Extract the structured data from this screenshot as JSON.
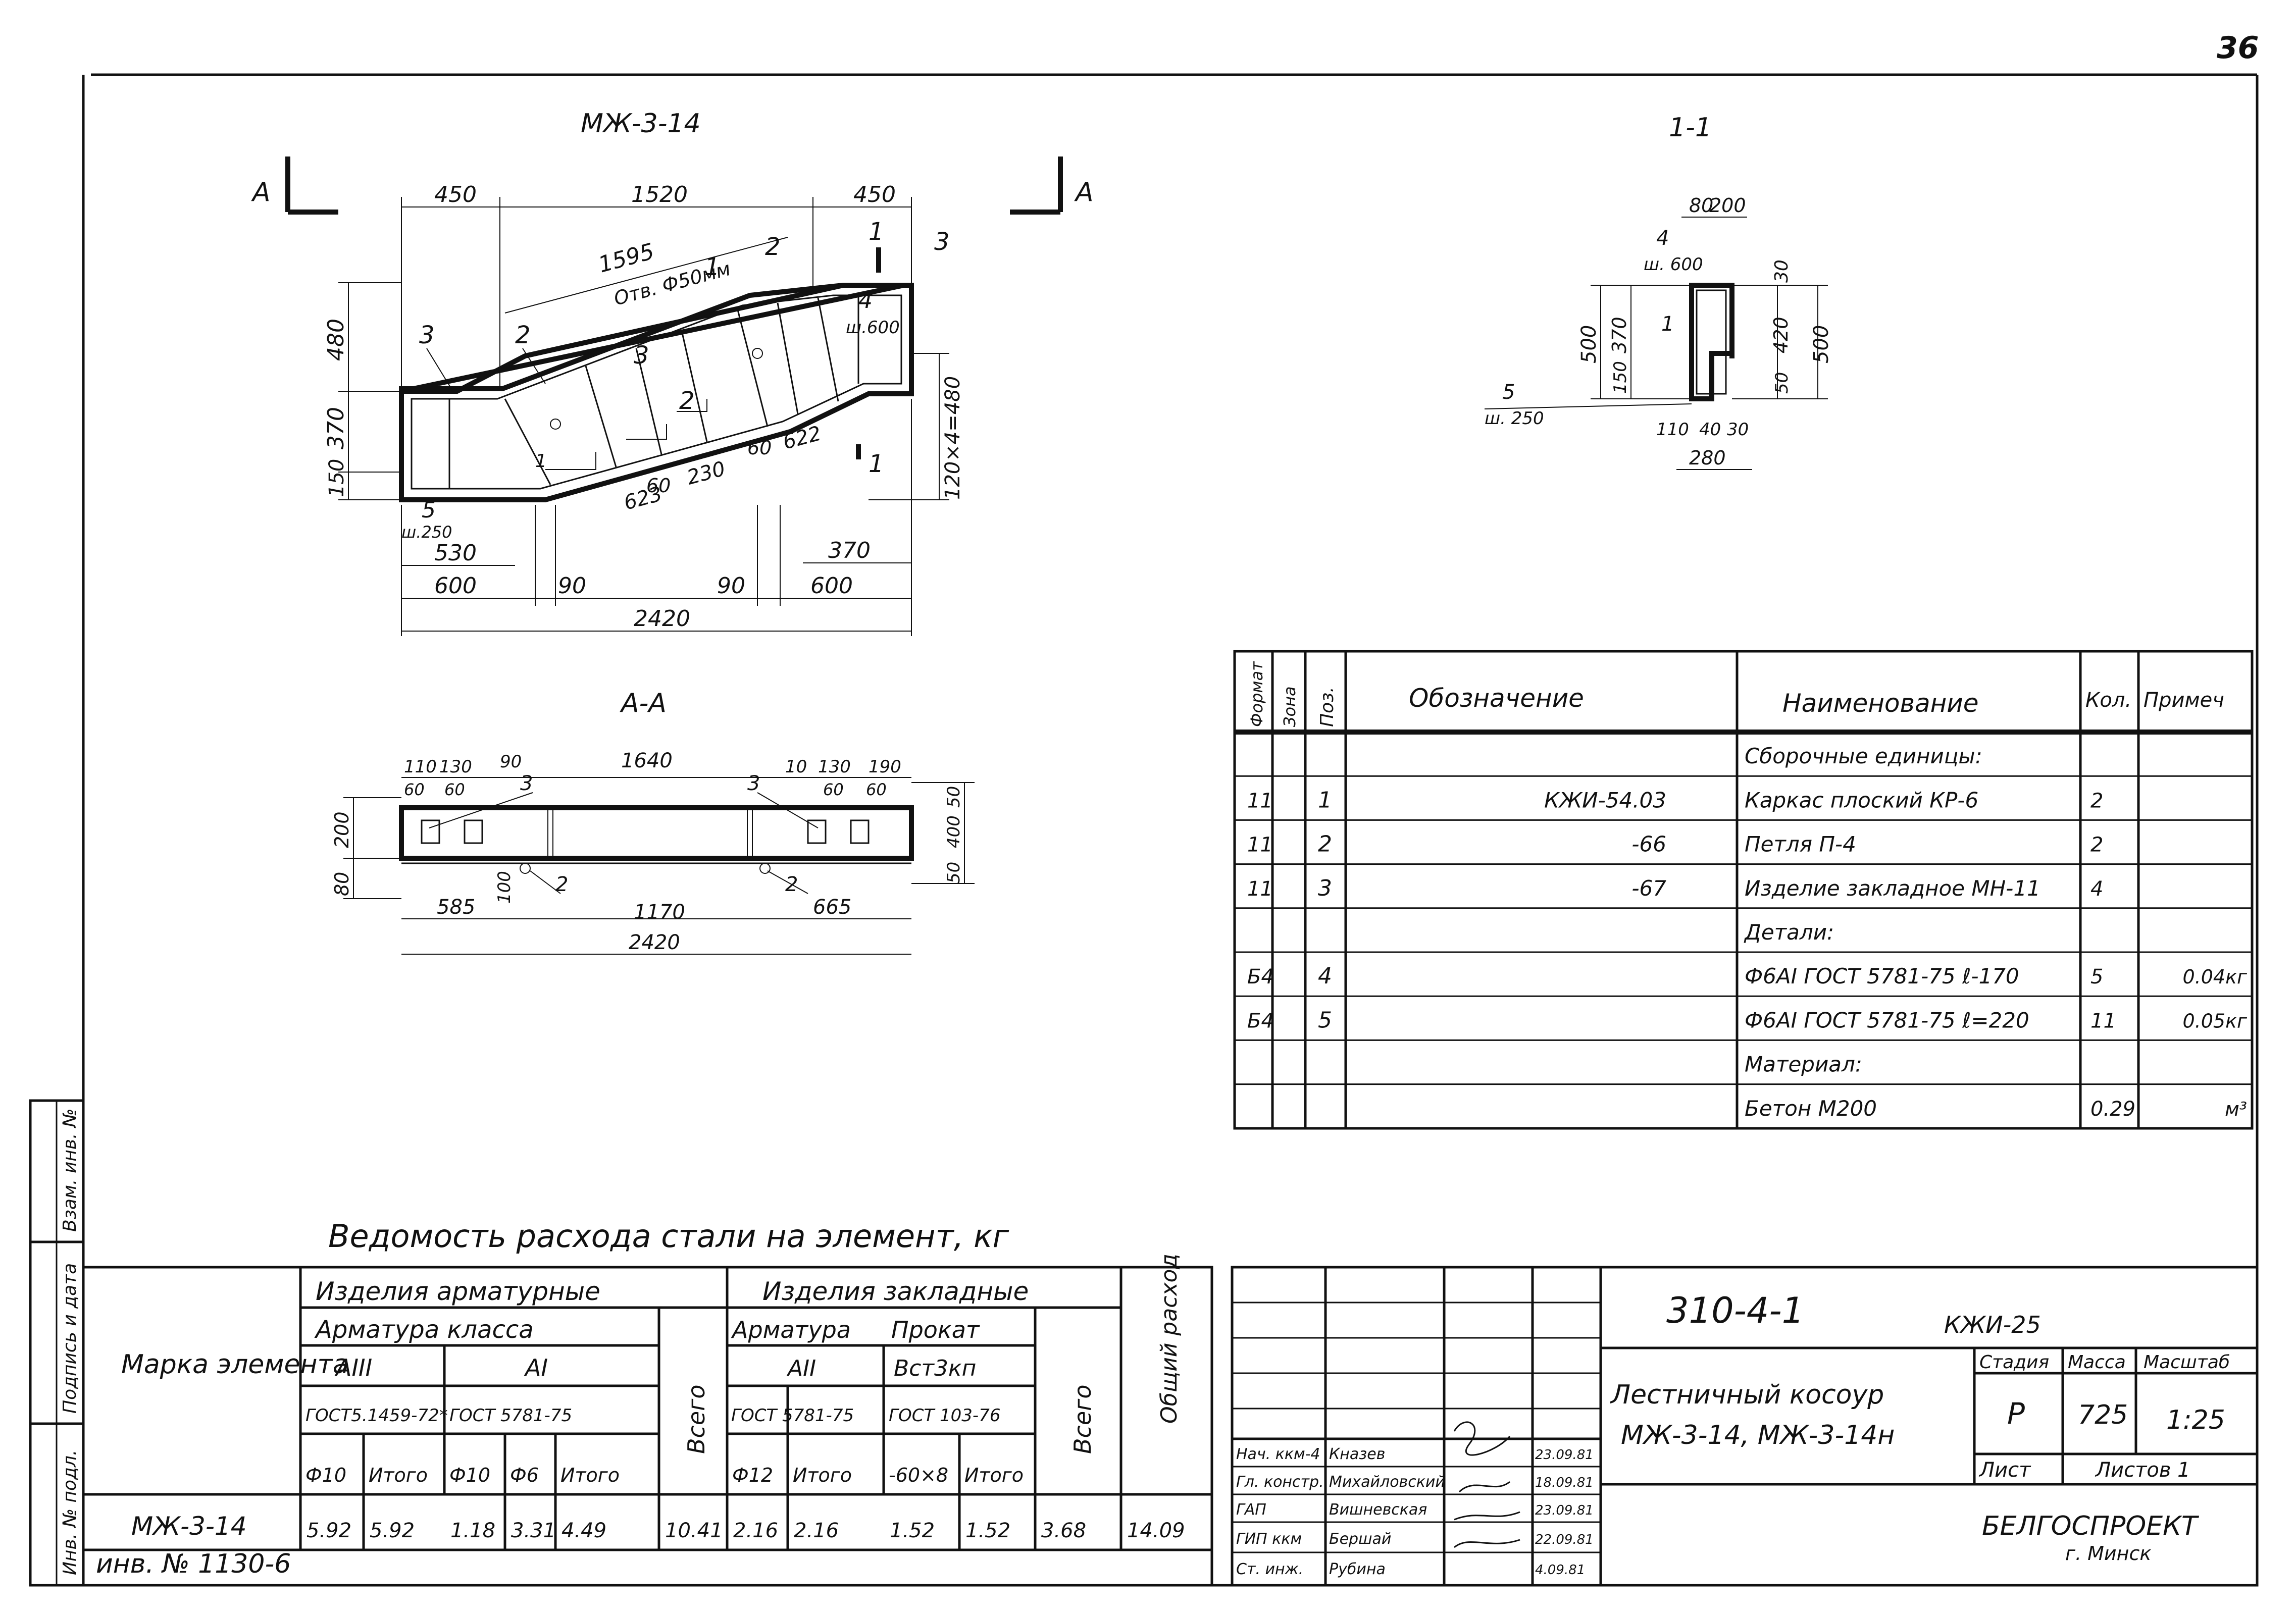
{
  "sheet_number": "36",
  "views": {
    "elevation": {
      "title": "МЖ-3-14",
      "section_marks": [
        "А",
        "А"
      ],
      "dims": [
        "450",
        "1520",
        "450",
        "1595",
        "480",
        "370",
        "150",
        "530",
        "600",
        "90",
        "90",
        "600",
        "370",
        "2420",
        "623",
        "60",
        "230",
        "60",
        "622",
        "120×4=480"
      ],
      "callouts": [
        "3",
        "2",
        "1",
        "2",
        "1",
        "3",
        "2",
        "3",
        "4",
        "1",
        "5",
        "1"
      ],
      "notes": [
        "Отв. Ф50мм",
        "ш.600",
        "ш.250"
      ]
    },
    "section_11": {
      "title": "1-1",
      "dims": [
        "80",
        "200",
        "30",
        "500",
        "370",
        "150",
        "420",
        "50",
        "500",
        "110",
        "40",
        "30",
        "280"
      ],
      "callouts": [
        "4",
        "1",
        "5"
      ],
      "notes": [
        "ш. 600",
        "ш. 250"
      ]
    },
    "section_aa": {
      "title": "А-А",
      "dims": [
        "110",
        "130",
        "90",
        "1640",
        "10",
        "130",
        "190",
        "60",
        "60",
        "60",
        "60",
        "200",
        "80",
        "50",
        "400",
        "50",
        "100",
        "585",
        "1170",
        "665",
        "2420"
      ],
      "callouts": [
        "3",
        "3",
        "2",
        "2"
      ]
    }
  },
  "spec_table": {
    "headers": [
      "Формат",
      "Зона",
      "Поз.",
      "Обозначение",
      "Наименование",
      "Кол.",
      "Примеч"
    ],
    "rows": [
      {
        "fmt": "",
        "zone": "",
        "pos": "",
        "des": "",
        "name": "Сборочные единицы:",
        "qty": "",
        "note": ""
      },
      {
        "fmt": "11",
        "zone": "",
        "pos": "1",
        "des": "КЖИ-54.03",
        "name": "Каркас плоский КР-6",
        "qty": "2",
        "note": ""
      },
      {
        "fmt": "11",
        "zone": "",
        "pos": "2",
        "des": "-66",
        "name": "Петля П-4",
        "qty": "2",
        "note": ""
      },
      {
        "fmt": "11",
        "zone": "",
        "pos": "3",
        "des": "-67",
        "name": "Изделие закладное МН-11",
        "qty": "4",
        "note": ""
      },
      {
        "fmt": "",
        "zone": "",
        "pos": "",
        "des": "",
        "name": "Детали:",
        "qty": "",
        "note": ""
      },
      {
        "fmt": "Б4",
        "zone": "",
        "pos": "4",
        "des": "",
        "name": "Ф6АI ГОСТ 5781-75   ℓ-170",
        "qty": "5",
        "note": "0.04кг"
      },
      {
        "fmt": "Б4",
        "zone": "",
        "pos": "5",
        "des": "",
        "name": "Ф6АI ГОСТ 5781-75   ℓ=220",
        "qty": "11",
        "note": "0.05кг"
      },
      {
        "fmt": "",
        "zone": "",
        "pos": "",
        "des": "",
        "name": "Материал:",
        "qty": "",
        "note": ""
      },
      {
        "fmt": "",
        "zone": "",
        "pos": "",
        "des": "",
        "name": "Бетон М200",
        "qty": "0.29",
        "note": "м³"
      }
    ]
  },
  "steel_table": {
    "title": "Ведомость расхода стали на элемент, кг",
    "mark_header": "Марка элемента",
    "group1": "Изделия арматурные",
    "group1_sub": "Арматура класса",
    "class_a3": "АIII",
    "class_a1": "АI",
    "gost_a3": "ГОСТ5.1459-72*",
    "gost_a1": "ГОСТ 5781-75",
    "group2": "Изделия закладные",
    "group2_sub1": "Арматура",
    "group2_sub2": "Прокат",
    "class_a2": "АII",
    "steel_grade": "Вст3кп",
    "gost_a2": "ГОСТ 5781-75",
    "gost_prokat": "ГОСТ 103-76",
    "total": "Всего",
    "total2": "Всего",
    "overall": "Общий расход",
    "cols": [
      "Ф10",
      "Итого",
      "Ф10",
      "Ф6",
      "Итого",
      "Ф12",
      "Итого",
      "-60×8",
      "Итого"
    ],
    "row": {
      "mark": "МЖ-3-14",
      "values": [
        "5.92",
        "5.92",
        "1.18",
        "3.31",
        "4.49",
        "10.41",
        "2.16",
        "2.16",
        "1.52",
        "1.52",
        "3.68",
        "14.09"
      ]
    },
    "inv": "инв. № 1130-6"
  },
  "side_stamp": [
    "Инв. № подл.",
    "Подпись и дата",
    "Взам. инв. №"
  ],
  "title_block": {
    "doc_number": "310-4-1",
    "doc_code": "КЖИ-25",
    "title_line1": "Лестничный косоур",
    "title_line2": "МЖ-3-14, МЖ-3-14н",
    "stage_label": "Стадия",
    "mass_label": "Масса",
    "scale_label": "Масштаб",
    "stage": "Р",
    "mass": "725",
    "scale": "1:25",
    "sheet_label": "Лист",
    "sheets_label": "Листов 1",
    "org": "БЕЛГОСПРОЕКТ",
    "city": "г. Минск",
    "signers": [
      {
        "role": "Нач. ккм-4",
        "name": "Кназев",
        "date": "23.09.81"
      },
      {
        "role": "Гл. констр.",
        "name": "Михайловский",
        "date": "18.09.81"
      },
      {
        "role": "ГАП",
        "name": "Вишневская",
        "date": "23.09.81"
      },
      {
        "role": "ГИП ккм",
        "name": "Бершай",
        "date": "22.09.81"
      },
      {
        "role": "Ст. инж.",
        "name": "Рубина",
        "date": "4.09.81"
      }
    ]
  }
}
